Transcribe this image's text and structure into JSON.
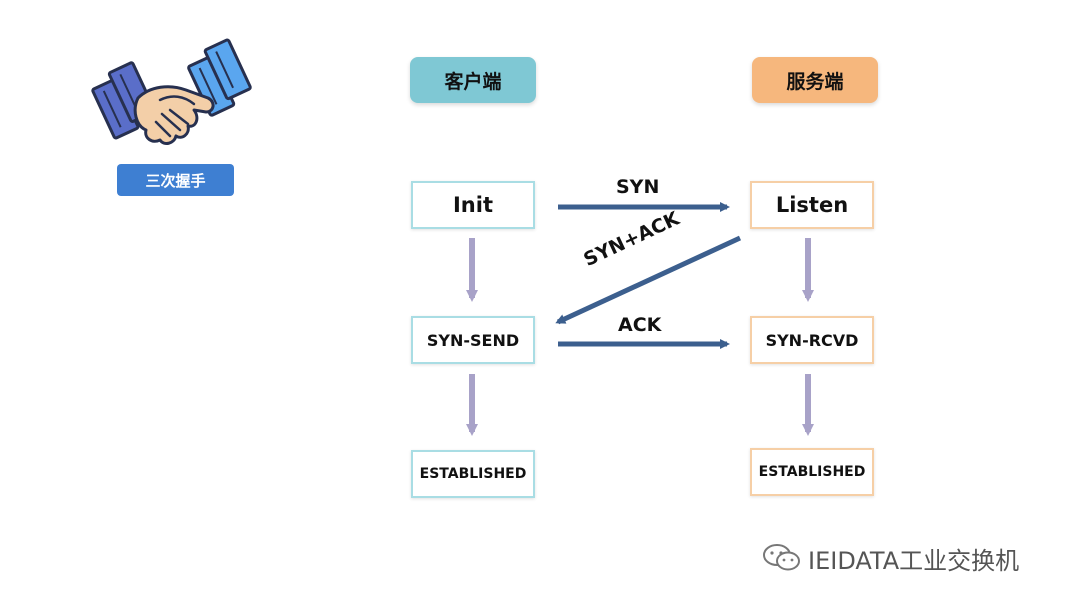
{
  "badge": {
    "label": "三次握手",
    "icon": "handshake-icon"
  },
  "headers": {
    "client": "客户端",
    "server": "服务端"
  },
  "client_states": {
    "init": "Init",
    "syn_send": "SYN-SEND",
    "established": "ESTABLISHED"
  },
  "server_states": {
    "listen": "Listen",
    "syn_rcvd": "SYN-RCVD",
    "established": "ESTABLISHED"
  },
  "messages": {
    "syn": "SYN",
    "syn_ack": "SYN+ACK",
    "ack": "ACK"
  },
  "watermark": {
    "text": "IEIDATA工业交换机",
    "icon": "wechat-icon"
  },
  "colors": {
    "client": "#7fc8d4",
    "server": "#f6b77d",
    "message_arrow": "#3c5f8e",
    "transition_arrow": "#a8a2c8",
    "badge": "#3e7fd2"
  }
}
